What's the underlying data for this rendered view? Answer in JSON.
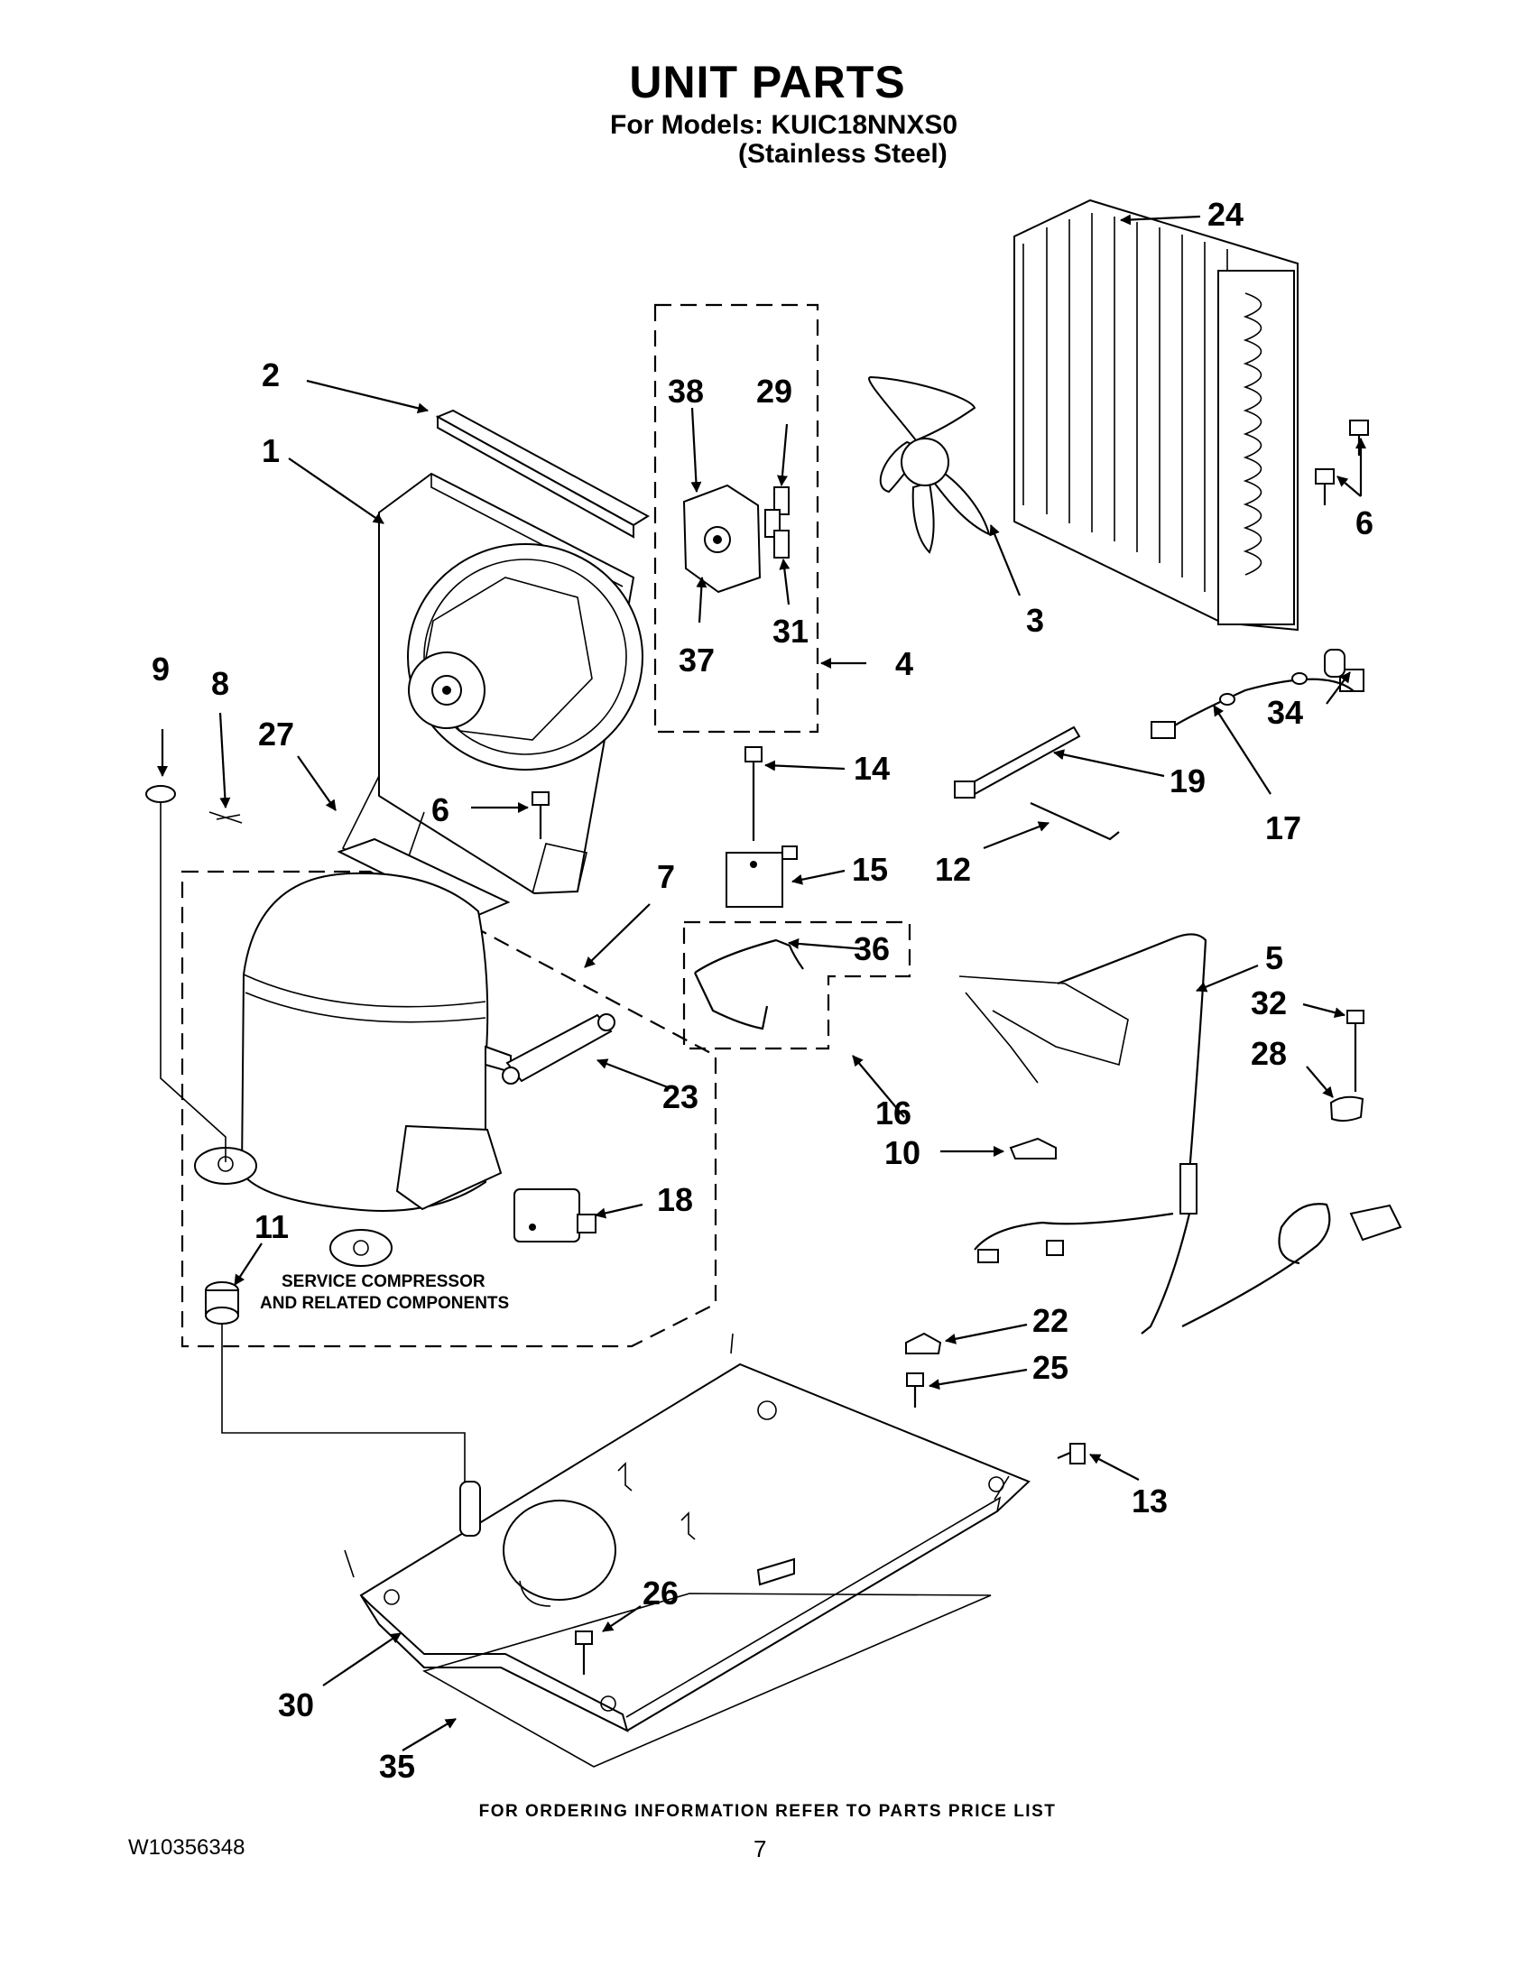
{
  "header": {
    "title": "UNIT PARTS",
    "models_line": "For Models: KUIC18NNXS0",
    "variant_line": "(Stainless Steel)"
  },
  "diagram": {
    "service_note_line1": "SERVICE COMPRESSOR",
    "service_note_line2": "AND RELATED COMPONENTS",
    "callouts": {
      "c1": "1",
      "c2": "2",
      "c3": "3",
      "c4": "4",
      "c5": "5",
      "c6a": "6",
      "c6b": "6",
      "c7": "7",
      "c8": "8",
      "c9": "9",
      "c10": "10",
      "c11": "11",
      "c12": "12",
      "c13": "13",
      "c14": "14",
      "c15": "15",
      "c16": "16",
      "c17": "17",
      "c18": "18",
      "c19": "19",
      "c22": "22",
      "c23": "23",
      "c24": "24",
      "c25": "25",
      "c26": "26",
      "c27": "27",
      "c28": "28",
      "c29": "29",
      "c30": "30",
      "c31": "31",
      "c32": "32",
      "c34": "34",
      "c35": "35",
      "c36": "36",
      "c37": "37",
      "c38": "38"
    }
  },
  "footer": {
    "ordering_note": "FOR ORDERING INFORMATION REFER TO PARTS PRICE LIST",
    "document_number": "W10356348",
    "page_number": "7"
  }
}
